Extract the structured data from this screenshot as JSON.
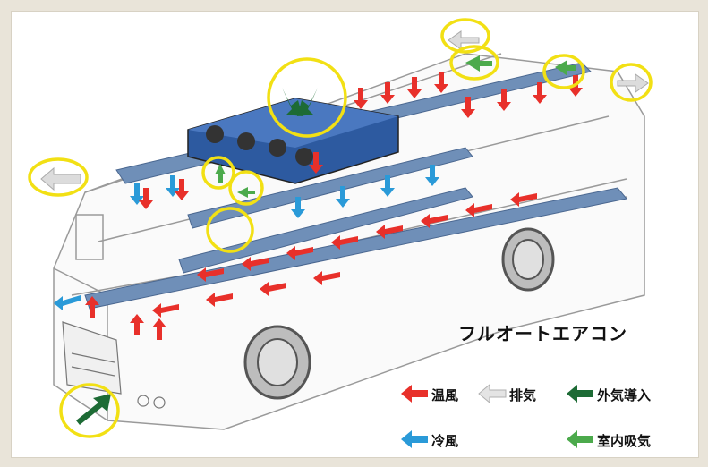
{
  "title": "フルオートエアコン",
  "legend": [
    {
      "label": "温風",
      "color": "#e8302a",
      "meaning": "warm-air"
    },
    {
      "label": "排気",
      "color": "#d4d4d4",
      "meaning": "exhaust"
    },
    {
      "label": "外気導入",
      "color": "#1d6b35",
      "meaning": "outside-air-intake"
    },
    {
      "label": "冷風",
      "color": "#2a9ad8",
      "meaning": "cool-air"
    },
    {
      "label": "室内吸気",
      "color": "#4caa4c",
      "meaning": "indoor-intake"
    }
  ],
  "colors": {
    "highlight_circle": "#f2e014",
    "duct": "#6f8fb8",
    "unit": "#2d5aa0"
  }
}
